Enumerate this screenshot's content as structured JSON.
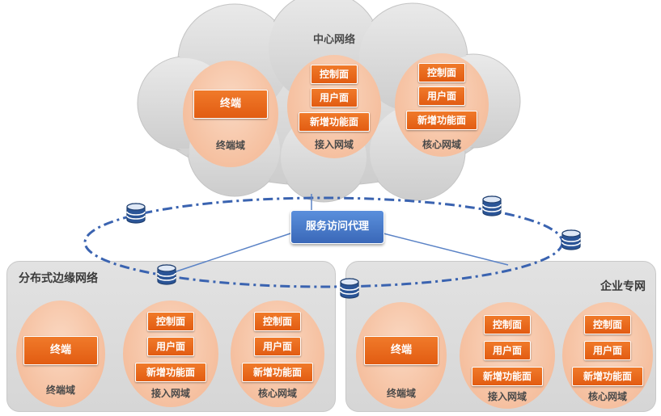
{
  "cloud": {
    "title": "中心网络",
    "terminal_domain": {
      "box": "终端",
      "label": "终端域"
    },
    "access_domain": {
      "items": [
        "控制面",
        "用户面",
        "新增功能面"
      ],
      "label": "接入网域"
    },
    "core_domain": {
      "items": [
        "控制面",
        "用户面",
        "新增功能面"
      ],
      "label": "核心网域"
    }
  },
  "proxy": {
    "label": "服务访问代理"
  },
  "edge": {
    "title": "分布式边缘网络",
    "terminal_domain": {
      "box": "终端",
      "label": "终端域"
    },
    "access_domain": {
      "items": [
        "控制面",
        "用户面",
        "新增功能面"
      ],
      "label": "接入网域"
    },
    "core_domain": {
      "items": [
        "控制面",
        "用户面",
        "新增功能面"
      ],
      "label": "核心网域"
    }
  },
  "enterprise": {
    "title": "企业专网",
    "terminal_domain": {
      "box": "终端",
      "label": "终端域"
    },
    "access_domain": {
      "items": [
        "控制面",
        "用户面",
        "新增功能面"
      ],
      "label": "接入网域"
    },
    "core_domain": {
      "items": [
        "控制面",
        "用户面",
        "新增功能面"
      ],
      "label": "核心网域"
    }
  },
  "icons": {
    "database": "database-icon",
    "ring": "dash-dot-ring"
  },
  "colors": {
    "function_box": "#e8631a",
    "domain_ellipse": "#f6c3a4",
    "proxy": "#4a7dcc",
    "ring": "#3a63b0",
    "panel": "#dcdcdc",
    "cloud": "#d9d9d9"
  }
}
